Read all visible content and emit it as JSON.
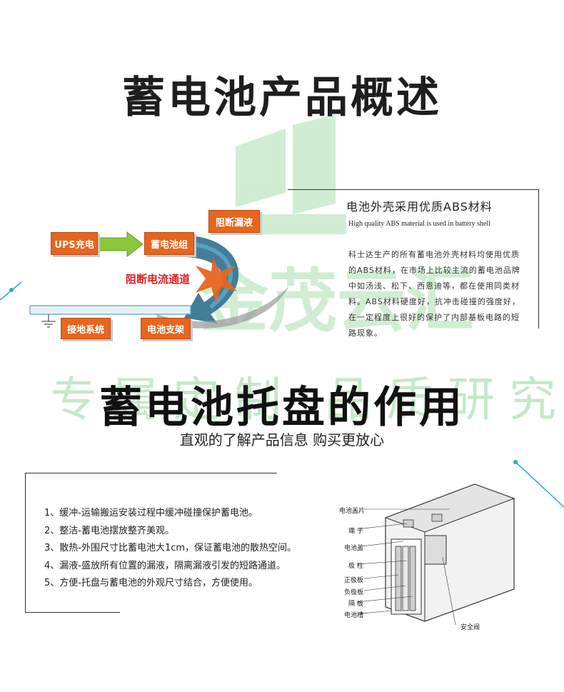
{
  "title1": "蓄电池产品概述",
  "flow": {
    "ups": "UPS充电",
    "battery_group": "蓄电池组",
    "block_leak": "阻断漏液",
    "block_current": "阻断电流通道",
    "ground_system": "接地系统",
    "battery_rack": "电池支架"
  },
  "abs": {
    "title": "电池外壳采用优质ABS材料",
    "subtitle": "High quality ABS material is used in battery shell",
    "body": "科士达生产的所有蓄电池外壳材料均使用优质的ABS材料，在市场上比较主流的蓄电池品牌中如汤浅、松下、西恩迪等，都在使用同类材料。ABS材料硬度好，抗冲击碰撞的强度好，在一定程度上很好的保护了内部基板电路的短路现象。"
  },
  "watermark": {
    "logo_text": "金茂云汇",
    "line": "专属定制 品质研究"
  },
  "title2": "蓄电池托盘的作用",
  "subtitle2": "直观的了解产品信息 购买更放心",
  "features": [
    "1、缓冲-运输搬运安装过程中缓冲碰撞保护蓄电池。",
    "2、整洁-蓄电池摆放整齐美观。",
    "3、散热-外围尺寸比蓄电池大1cm，保证蓄电池的散热空间。",
    "4、漏液-盛放所有位置的漏液，隔离漏液引发的短路通道。",
    "5、方便-托盘与蓄电池的外观尺寸结合，方便使用。"
  ],
  "battery_labels": {
    "cover_sheet": "电池盖片",
    "terminal": "端 子",
    "cover": "电池盖",
    "pole": "极 柱",
    "positive": "正极板",
    "negative": "负极板",
    "separator": "隔 板",
    "tank": "电池槽",
    "valve": "安全阀"
  },
  "colors": {
    "orange_box": "#e8651e",
    "red_text": "#e02020",
    "green_arrow": "#8cc63f",
    "watermark_green": "#4fb85a",
    "accent_cyan": "#2aa9d6"
  }
}
